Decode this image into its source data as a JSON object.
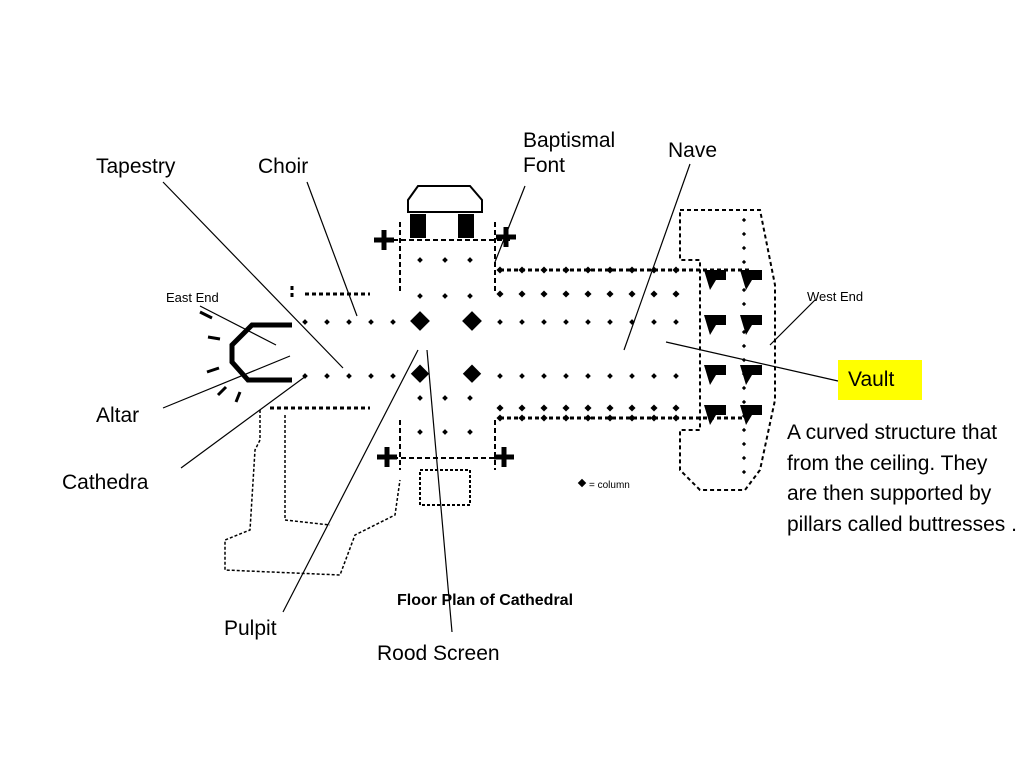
{
  "labels": {
    "tapestry": "Tapestry",
    "choir": "Choir",
    "baptismal_font": "Baptismal Font",
    "nave": "Nave",
    "altar": "Altar",
    "cathedra": "Cathedra",
    "pulpit": "Pulpit",
    "rood_screen": "Rood Screen",
    "vault": "Vault"
  },
  "vault_description": "A curved structure that from the ceiling. They are then supported by pillars called buttresses .",
  "plan": {
    "east_end": "East End",
    "west_end": "West End",
    "legend": "= column",
    "caption": "Floor Plan of Cathedral"
  },
  "colors": {
    "highlight": "#ffff00",
    "ink": "#000000"
  }
}
